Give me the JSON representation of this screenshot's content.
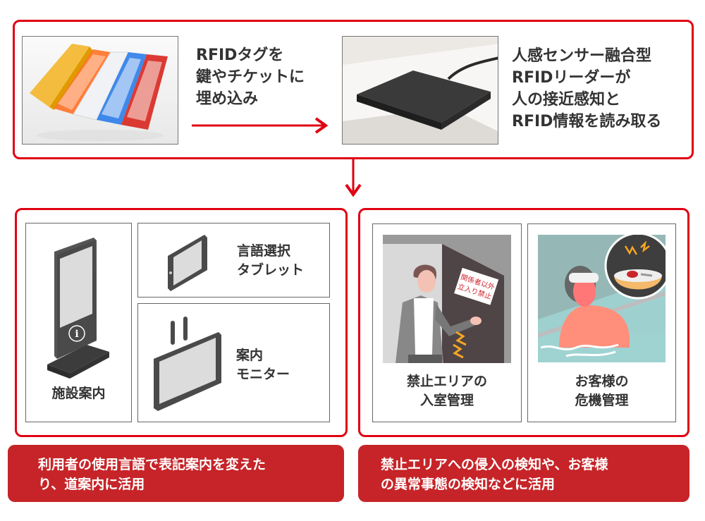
{
  "colors": {
    "accent_red": "#e00012",
    "caption_bg": "#c62428",
    "text": "#333333",
    "device_gray": "#4a4a4a",
    "screen_gray": "#dcdcdc"
  },
  "top": {
    "tag_photo_icon": "rfid-tags-photo",
    "tag_text_lines": [
      "RFIDタグを",
      "鍵やチケットに",
      "埋め込み"
    ],
    "reader_photo_icon": "rfid-reader-photo",
    "reader_text_lines": [
      "人感センサー融合型",
      "RFIDリーダーが",
      "人の接近感知と",
      "RFID情報を読み取る"
    ]
  },
  "left_group": {
    "panels": [
      {
        "icon": "info-kiosk-icon",
        "label_lines": [
          "施設案内"
        ]
      },
      {
        "icon": "tablet-icon",
        "label_lines": [
          "言語選択",
          "タブレット"
        ]
      },
      {
        "icon": "monitor-icon",
        "label_lines": [
          "案内",
          "モニター"
        ]
      }
    ],
    "caption_lines": [
      "利用者の使用言語で表記案内を変えた",
      "り、道案内に活用"
    ]
  },
  "right_group": {
    "panels": [
      {
        "icon": "restricted-area-illustration",
        "sign_lines": [
          "関係者以外",
          "立入り禁止"
        ],
        "label_lines": [
          "禁止エリアの",
          "入室管理"
        ]
      },
      {
        "icon": "bath-emergency-illustration",
        "label_lines": [
          "お客様の",
          "危機管理"
        ]
      }
    ],
    "caption_lines": [
      "禁止エリアへの侵入の検知や、お客様",
      "の異常事態の検知などに活用"
    ]
  }
}
